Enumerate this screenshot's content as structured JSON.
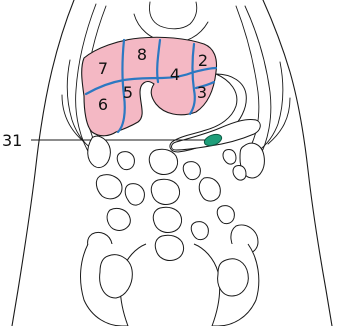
{
  "segments": {
    "s2": "2",
    "s3": "3",
    "s4": "4",
    "s5": "5",
    "s6": "6",
    "s7": "7",
    "s8": "8"
  },
  "callout": {
    "label": "31"
  },
  "colors": {
    "liver_fill": "#f4b8c4",
    "segment_lines": "#2b78c2",
    "lesion": "#1f9e7a",
    "outline": "#1a1a1a"
  }
}
